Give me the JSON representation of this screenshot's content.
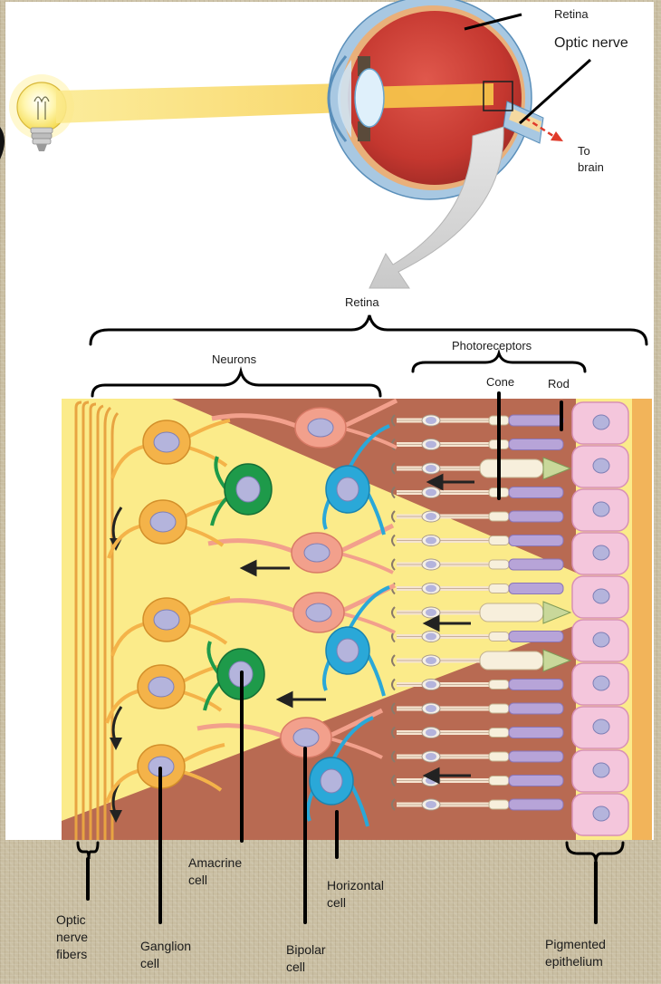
{
  "labels": {
    "retina_top": "Retina",
    "optic_nerve": "Optic nerve",
    "to_brain_1": "To",
    "to_brain_2": "brain",
    "retina_section": "Retina",
    "neurons": "Neurons",
    "photoreceptors": "Photoreceptors",
    "cone": "Cone",
    "rod": "Rod",
    "amacrine_1": "Amacrine",
    "amacrine_2": "cell",
    "horizontal_1": "Horizontal",
    "horizontal_2": "cell",
    "optic_fibers_1": "Optic",
    "optic_fibers_2": "nerve",
    "optic_fibers_3": "fibers",
    "ganglion_1": "Ganglion",
    "ganglion_2": "cell",
    "bipolar_1": "Bipolar",
    "bipolar_2": "cell",
    "pigmented_1": "Pigmented",
    "pigmented_2": "epithelium"
  },
  "colors": {
    "vitreous_yellow": "#fbeb8a",
    "choroid_brown": "#b86a52",
    "ganglion_orange": "#f4b349",
    "bipolar_salmon": "#f2a08c",
    "amacrine_green": "#1e9a4a",
    "horizontal_blue": "#2aa8d8",
    "pigment_pink": "#f4c6dc",
    "nucleus_lavender": "#b4b4dc",
    "rod_purple": "#b7a4d8"
  }
}
